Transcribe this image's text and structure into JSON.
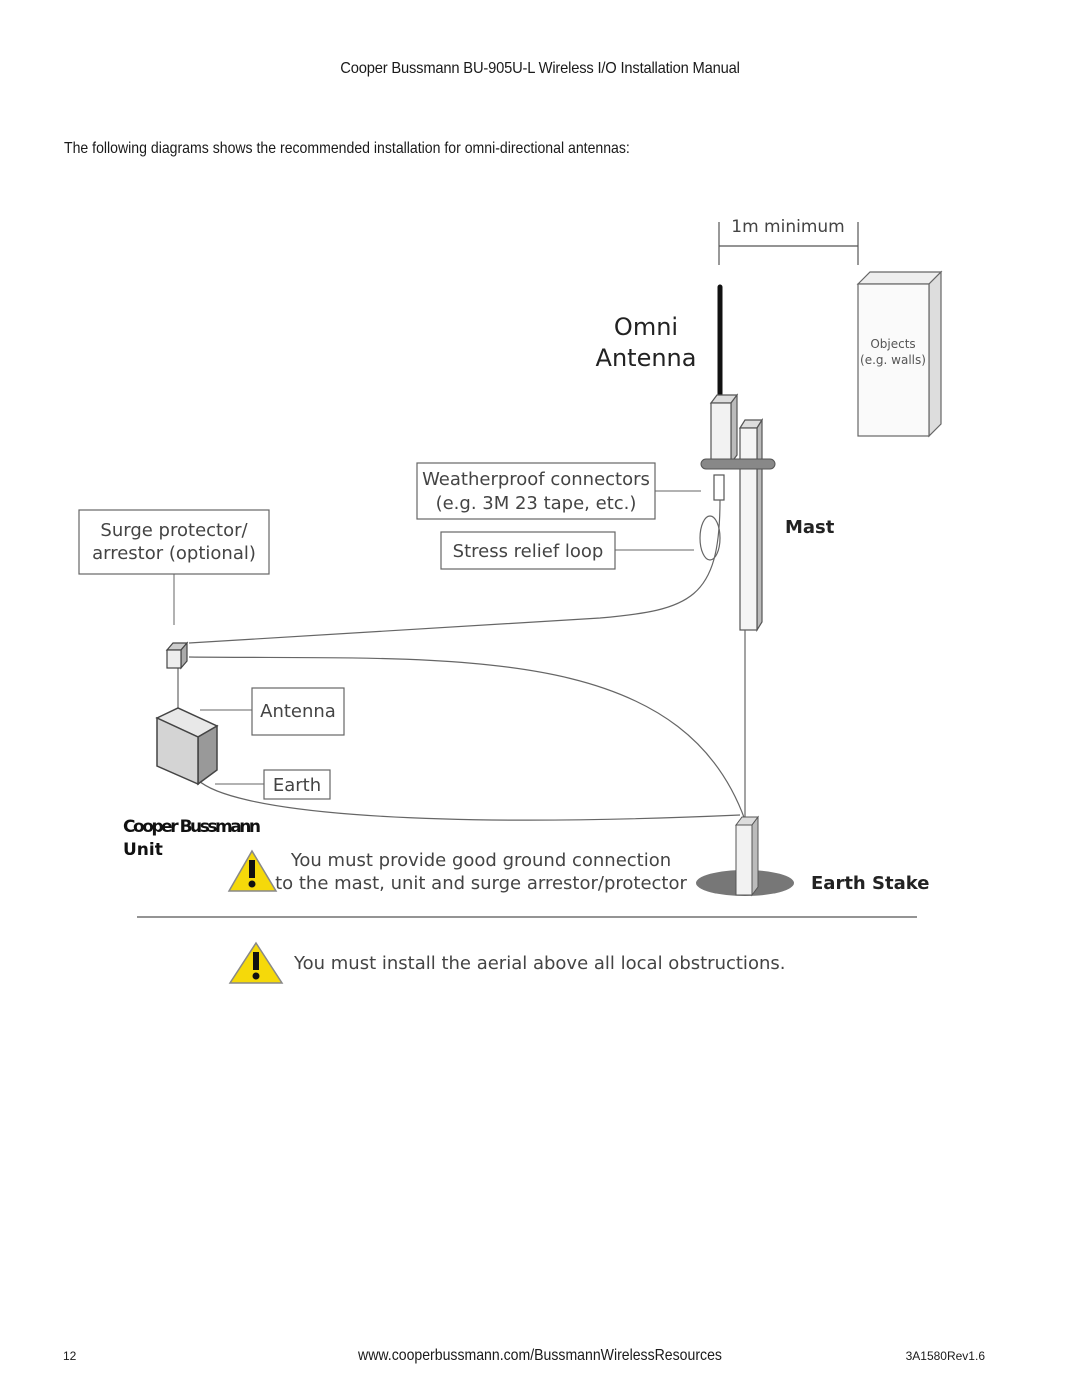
{
  "header": {
    "title": "Cooper Bussmann BU-905U-L Wireless I/O Installation Manual"
  },
  "intro": "The following diagrams shows the recommended installation for omni-directional antennas:",
  "diagram": {
    "min_distance": "1m minimum",
    "omni_line1": "Omni",
    "omni_line2": "Antenna",
    "objects_line1": "Objects",
    "objects_line2": "(e.g. walls)",
    "weatherproof_line1": "Weatherproof connectors",
    "weatherproof_line2": "(e.g. 3M 23 tape, etc.)",
    "stress_relief": "Stress relief loop",
    "mast": "Mast",
    "surge_line1": "Surge protector/",
    "surge_line2": "arrestor (optional)",
    "antenna": "Antenna",
    "earth": "Earth",
    "unit_line1": "Cooper Bussmann",
    "unit_line2": "Unit",
    "ground_warning_line1": "You must provide good ground connection",
    "ground_warning_line2": "to the mast, unit and surge arrestor/protector",
    "earth_stake": "Earth Stake",
    "aerial_warning": "You must install the aerial above all local obstructions.",
    "colors": {
      "warning_fill": "#f5d90a",
      "line": "#555555",
      "antenna": "#111111"
    }
  },
  "footer": {
    "page_number": "12",
    "url": "www.cooperbussmann.com/BussmannWirelessResources",
    "revision": "3A1580Rev1.6"
  }
}
